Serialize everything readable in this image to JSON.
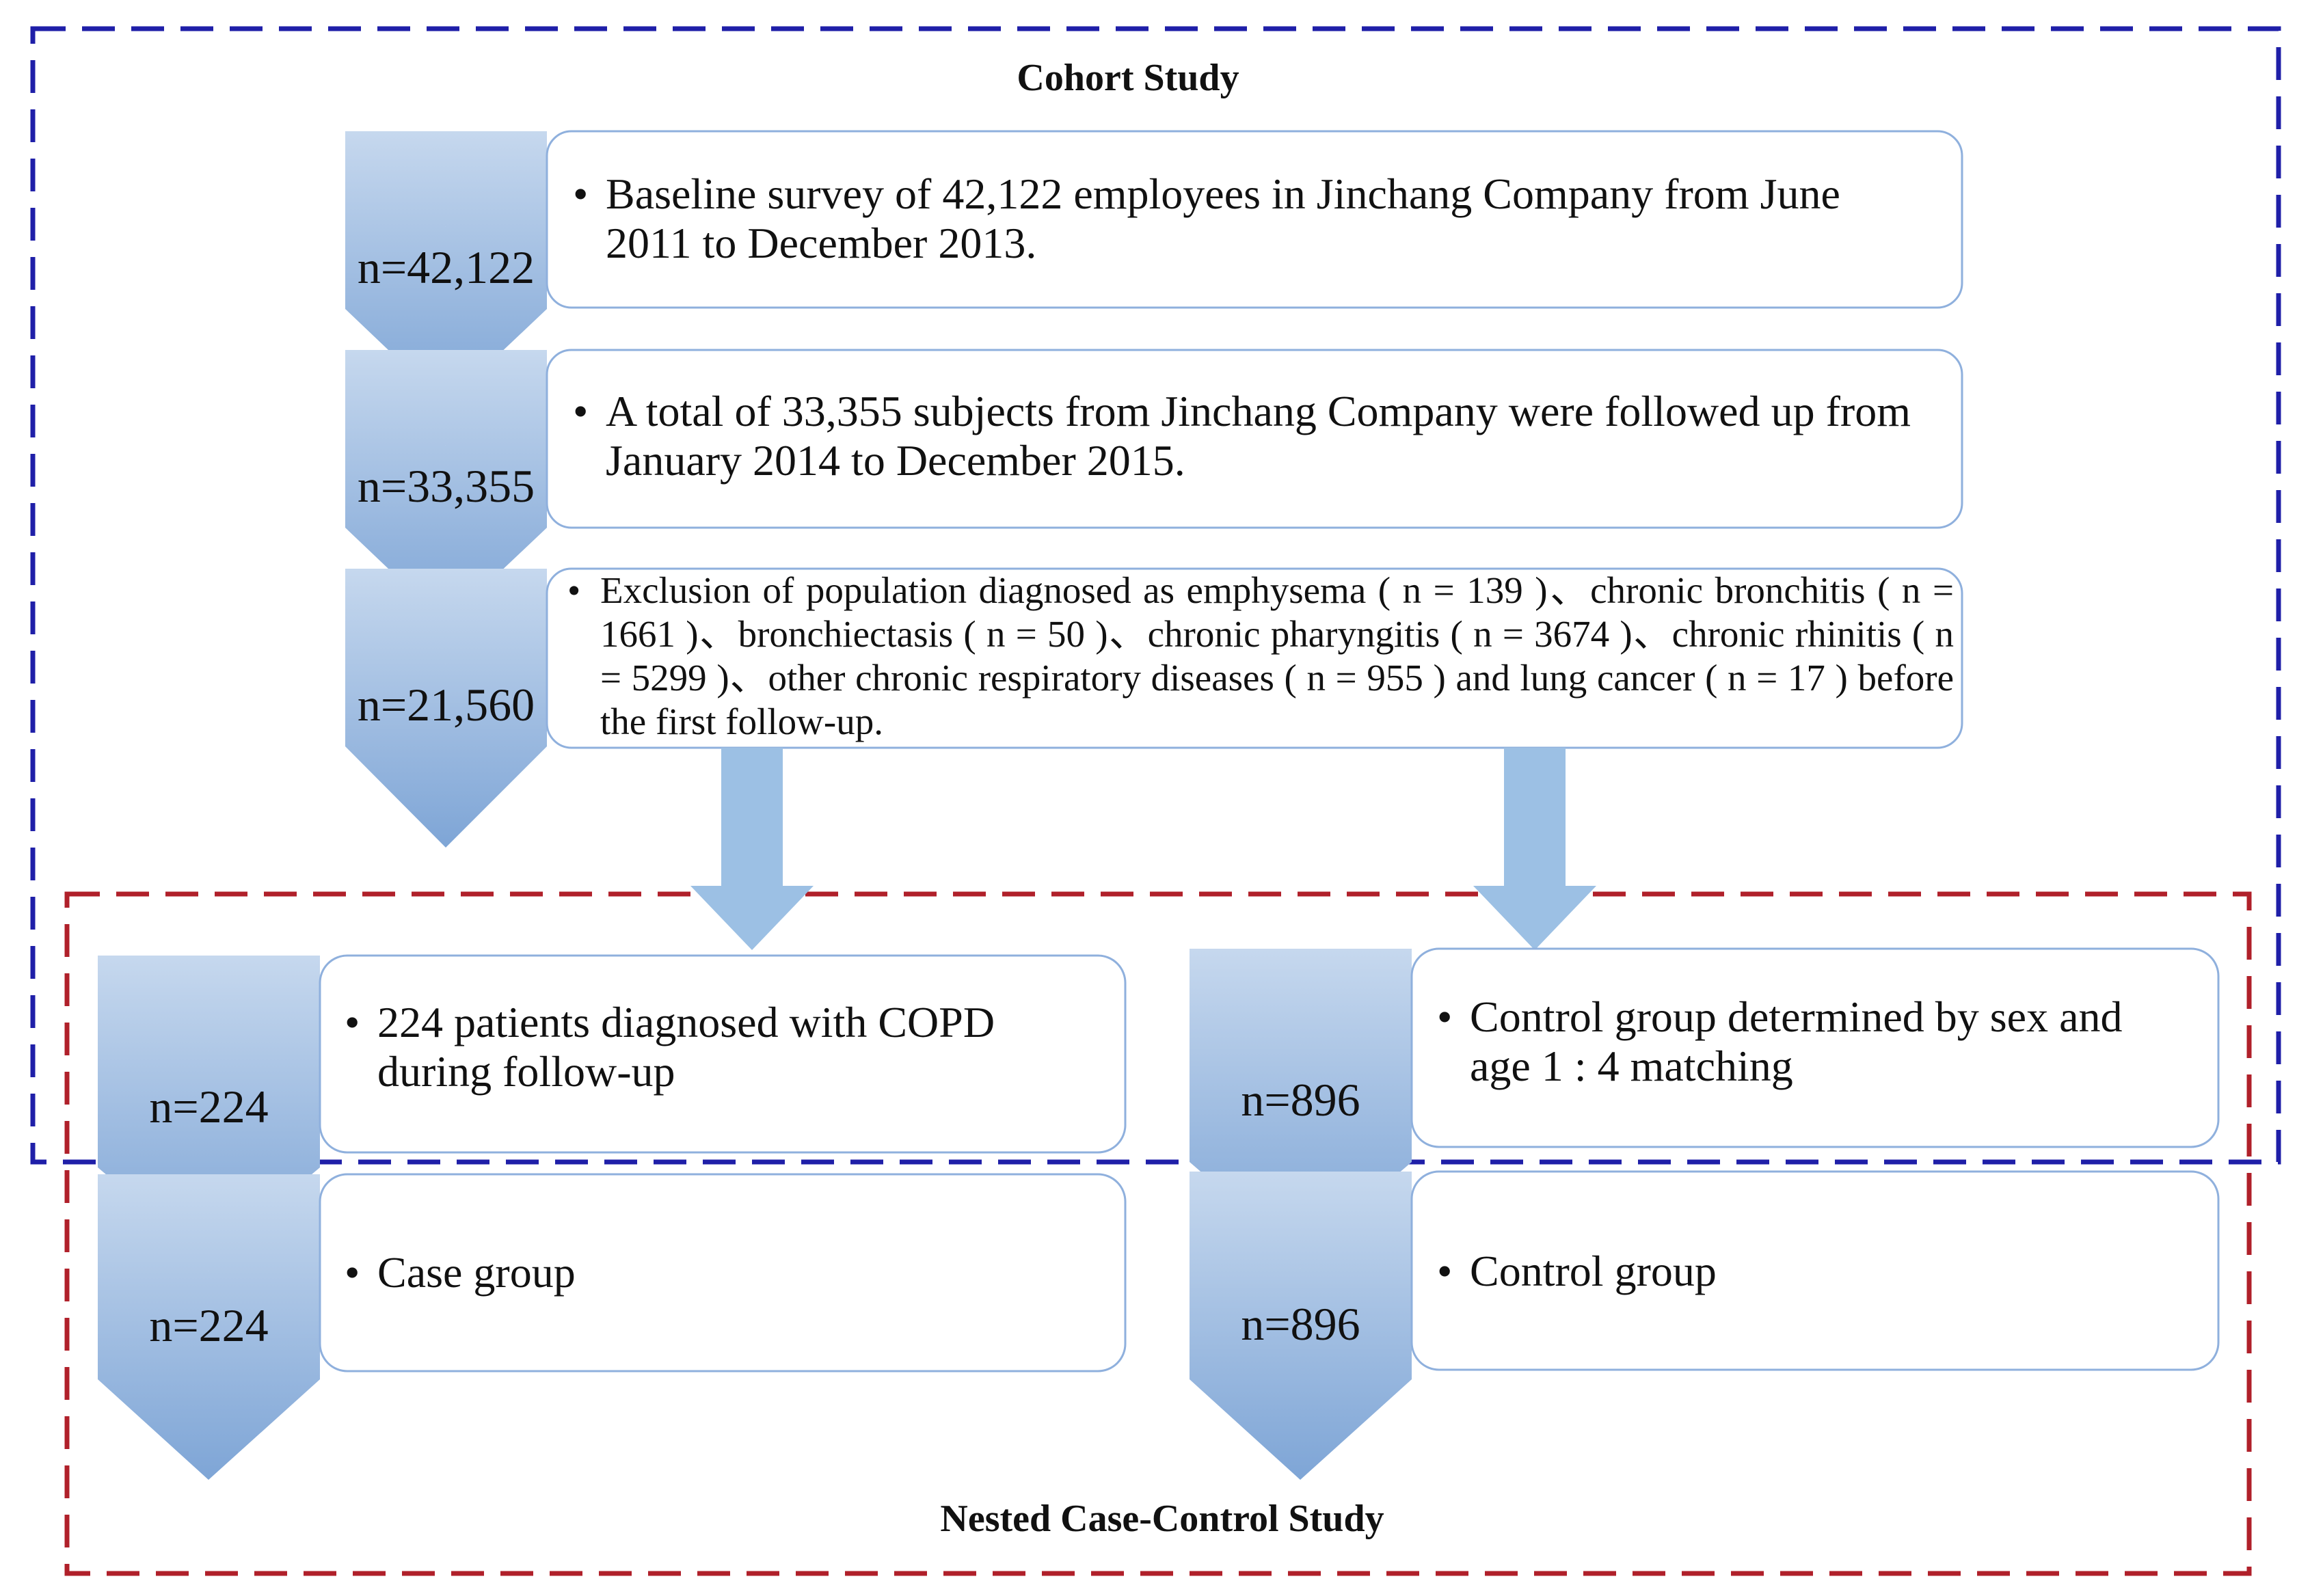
{
  "cohort": {
    "title": "Cohort Study",
    "color": "#1f1fa8"
  },
  "nested": {
    "title": "Nested Case-Control Study",
    "color": "#b0202a"
  },
  "colors": {
    "chevron_top": "#c2d5ec",
    "chevron_bottom": "#7fa6d6",
    "box_border": "#8fb0dd",
    "arrow": "#9cc0e4"
  },
  "steps": [
    {
      "n": "n=42,122",
      "bullet": "•",
      "text": "Baseline survey of 42,122 employees in Jinchang Company from June 2011 to December 2013."
    },
    {
      "n": "n=33,355",
      "bullet": "•",
      "text": "A total of 33,355 subjects from Jinchang Company were followed up from  January 2014 to December 2015."
    },
    {
      "n": "n=21,560",
      "bullet": "•",
      "text": "Exclusion of population diagnosed as emphysema ( n = 139 )、chronic bronchitis ( n = 1661 )、bronchiectasis ( n = 50 )、chronic pharyngitis ( n = 3674 )、chronic rhinitis ( n = 5299 )、other chronic respiratory diseases ( n = 955 ) and lung cancer ( n = 17 ) before the first follow-up."
    }
  ],
  "case_branch": [
    {
      "n": "n=224",
      "bullet": "•",
      "text": "224 patients diagnosed with COPD during follow-up"
    },
    {
      "n": "n=224",
      "bullet": "•",
      "text": "Case group"
    }
  ],
  "control_branch": [
    {
      "n": "n=896",
      "bullet": "•",
      "text": "Control group determined by sex and age 1 : 4 matching"
    },
    {
      "n": "n=896",
      "bullet": "•",
      "text": "Control group"
    }
  ]
}
